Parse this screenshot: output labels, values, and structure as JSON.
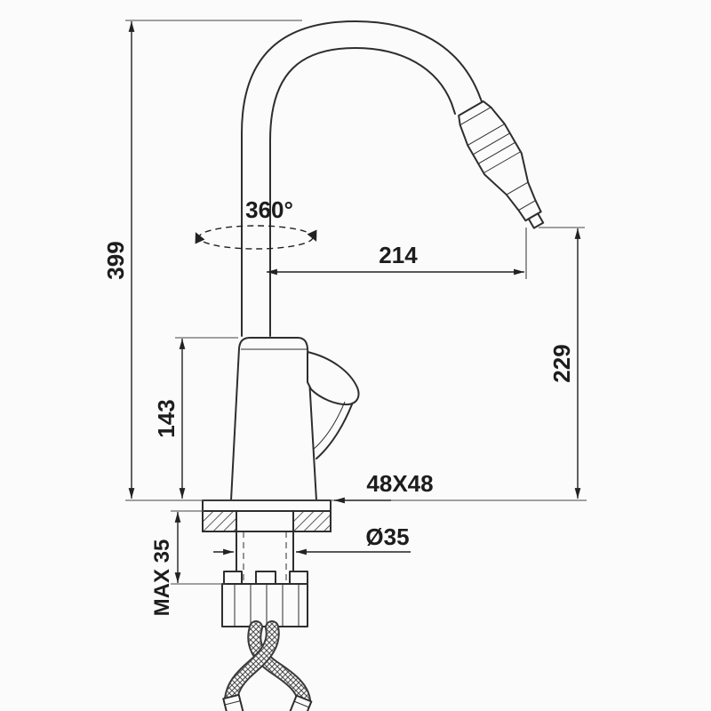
{
  "canvas": {
    "background": "#fbfbfb",
    "line_color": "#2e2e2e",
    "dimension_color": "#1d1d1d"
  },
  "drawing": {
    "subject": "kitchen faucet with pull-out spray, installation dimension drawing"
  },
  "dimensions": {
    "total_height": "399",
    "swivel_angle": "360°",
    "spout_reach": "214",
    "spout_height": "229",
    "body_height": "143",
    "base_plate": "48X48",
    "hole_diameter": "Ø35",
    "max_counter_thickness": "MAX 35"
  }
}
